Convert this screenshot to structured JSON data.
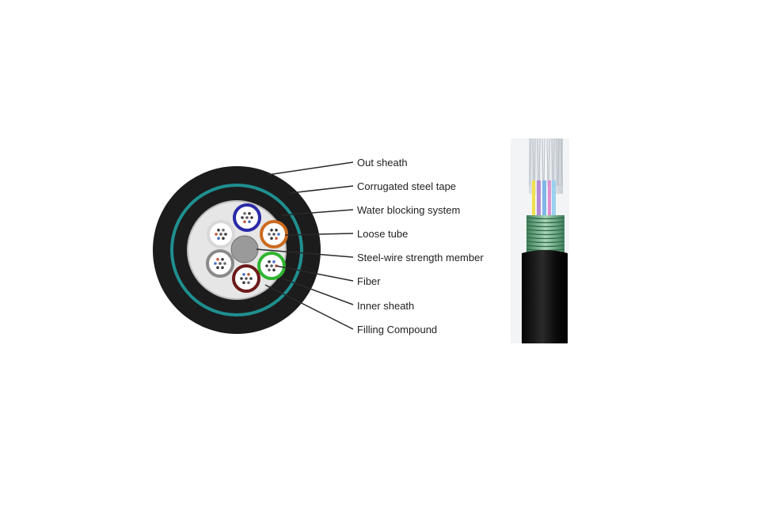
{
  "labels": [
    "Out sheath",
    "Corrugated steel tape",
    "Water blocking system",
    "Loose tube",
    "Steel-wire strength member",
    "Fiber",
    "Inner sheath",
    "Filling Compound"
  ],
  "colors": {
    "sheath": "#1c1c1c",
    "steel_tape": "#1f8f8f",
    "inner_core": "#e6e6e6",
    "strength_member": "#9a9a9a",
    "tube_blue": "#2a2aa8",
    "tube_orange": "#cc6a1e",
    "tube_green": "#2fb52f",
    "tube_brown": "#6b1a1a",
    "tube_gray": "#8a8a8a",
    "tube_white": "#d8d8d8",
    "armor_green": "#5fa07a",
    "leader_line": "#2a2a2a"
  }
}
